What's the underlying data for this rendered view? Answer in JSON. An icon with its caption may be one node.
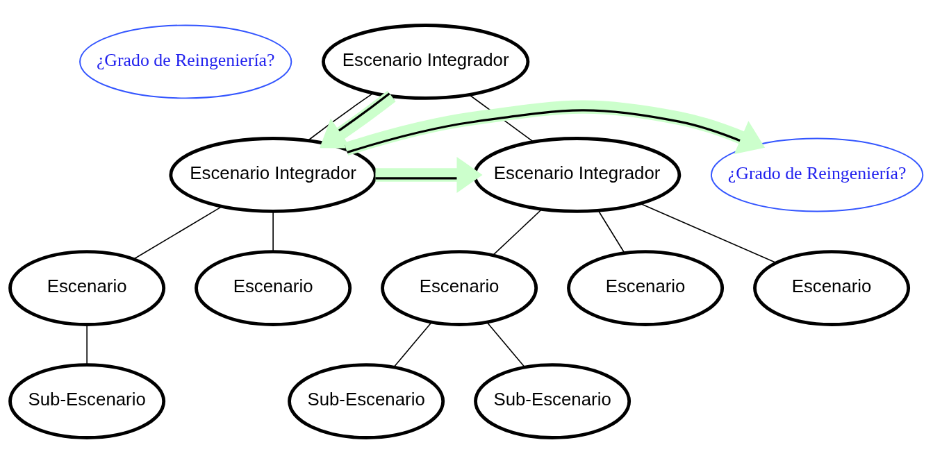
{
  "diagram": {
    "nodes": [
      {
        "text": [
          "¿Grado de Reingeniería?"
        ]
      },
      {
        "text": [
          "Escenario Integrador"
        ]
      },
      {
        "text": [
          "¿Grado de Reingeniería?"
        ]
      },
      {
        "text": [
          "Escenario Integrador"
        ]
      },
      {
        "text": [
          "Escenario Integrador"
        ]
      },
      {
        "text": [
          "Escenario"
        ]
      },
      {
        "text": [
          "Escenario"
        ]
      },
      {
        "text": [
          "Escenario"
        ]
      },
      {
        "text": [
          "Escenario"
        ]
      },
      {
        "text": [
          "Escenario"
        ]
      },
      {
        "text": [
          "Sub-Escenario"
        ]
      },
      {
        "text": [
          "Sub-Escenario"
        ]
      },
      {
        "text": [
          "Sub-Escenario"
        ]
      }
    ],
    "edges": [
      {
        "from": 1,
        "to": 3,
        "arrow": "none"
      },
      {
        "from": 1,
        "to": 4,
        "arrow": "none"
      },
      {
        "from": 3,
        "to": 5,
        "arrow": "none"
      },
      {
        "from": 3,
        "to": 6,
        "arrow": "none"
      },
      {
        "from": 5,
        "to": 10,
        "arrow": "none"
      },
      {
        "from": 4,
        "to": 7,
        "arrow": "none"
      },
      {
        "from": 4,
        "to": 8,
        "arrow": "none"
      },
      {
        "from": 4,
        "to": 9,
        "arrow": "none"
      },
      {
        "from": 7,
        "to": 11,
        "arrow": "none"
      },
      {
        "from": 7,
        "to": 12,
        "arrow": "none"
      },
      {
        "from": 1,
        "to": 3,
        "arrow": "to",
        "style": "thick",
        "color": "#ccffcc"
      },
      {
        "from": 3,
        "to": 2,
        "arrow": "to",
        "style": "thick",
        "color": "#ccffcc"
      },
      {
        "from": 3,
        "to": 4,
        "arrow": "to",
        "style": "thick",
        "color": "#ccffcc"
      }
    ]
  }
}
